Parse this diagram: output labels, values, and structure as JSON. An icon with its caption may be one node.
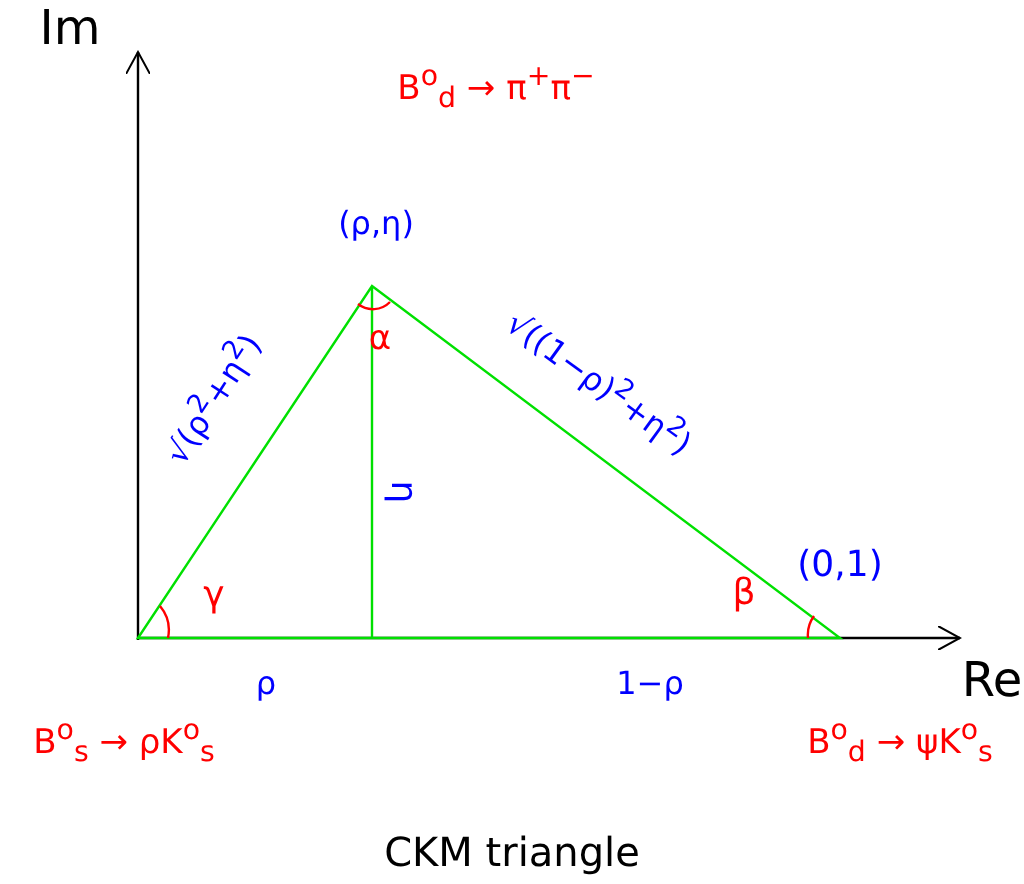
{
  "diagram": {
    "caption": "CKM triangle",
    "labels": [
      "Im",
      "B$^{o}$$_{d}$ → π$^{+}$π$^{−}$",
      "(ρ,η)",
      "α",
      "√(ρ$^{2}$+η$^{2}$)",
      "√((1−ρ)$^{2}$+η$^{2}$)",
      "η",
      "γ",
      "β",
      "(0,1)",
      "Re",
      "ρ",
      "1−ρ",
      "B$^{o}$$_{s}$ → ρK$^{o}$$_{s}$",
      "B$^{o}$$_{d}$ → ψK$^{o}$$_{s}$"
    ]
  }
}
